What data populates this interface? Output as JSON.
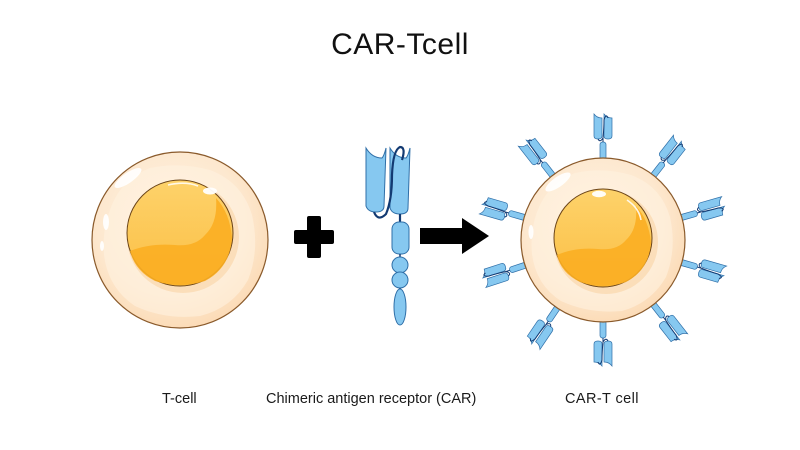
{
  "title": "CAR-Tcell",
  "labels": {
    "t_cell": "T-cell",
    "car": "Chimeric antigen receptor (CAR)",
    "car_t_cell": "CAR-T cell"
  },
  "symbols": {
    "plus": "plus-icon",
    "arrow": "right-arrow-icon"
  },
  "colors": {
    "cytoplasm": "#fde6cc",
    "cytoplasm_inner": "#fff0de",
    "cell_outline": "#8a5a2b",
    "nucleus_light": "#fdcc5a",
    "nucleus_dark": "#fbb128",
    "receptor_fill": "#86c8f0",
    "receptor_outline": "#2f6fa8",
    "linker": "#133a72",
    "symbol": "#000000"
  },
  "car_t_cell": {
    "receptor_count": 10
  }
}
